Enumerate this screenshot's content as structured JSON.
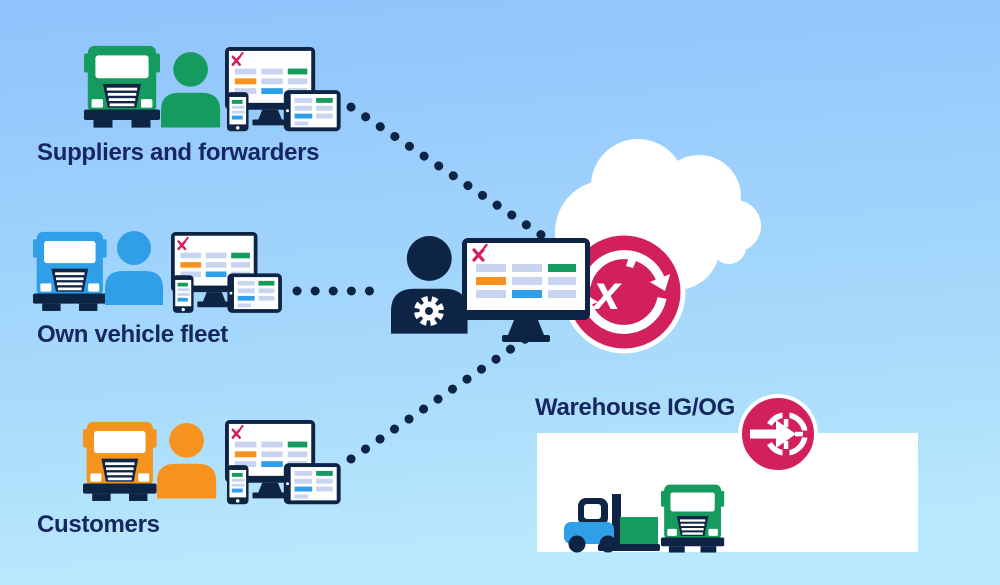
{
  "diagram": {
    "type": "logistics-integration-diagram",
    "groups": [
      {
        "id": "suppliers",
        "label": "Suppliers and forwarders",
        "accent": "#169b5f",
        "icons": [
          "truck-icon",
          "person-icon",
          "monitor-icon",
          "phone-icon",
          "tablet-icon"
        ]
      },
      {
        "id": "own-fleet",
        "label": "Own vehicle fleet",
        "accent": "#2fa0e8",
        "icons": [
          "truck-icon",
          "person-icon",
          "monitor-icon",
          "phone-icon",
          "tablet-icon"
        ]
      },
      {
        "id": "customers",
        "label": "Customers",
        "accent": "#f6921e",
        "icons": [
          "truck-icon",
          "person-icon",
          "monitor-icon",
          "phone-icon",
          "tablet-icon"
        ]
      }
    ],
    "hub": {
      "brand_glyph": "x",
      "icons": [
        "operator-gear-icon",
        "tms-monitor-icon",
        "cloud-icon",
        "sync-arrows-icon"
      ]
    },
    "warehouse": {
      "label": "Warehouse IG/OG",
      "icons": [
        "goods-inout-icon",
        "forklift-icon",
        "warehouse-truck-icon"
      ]
    },
    "connectors": [
      {
        "from": "suppliers",
        "to": "hub",
        "style": "dotted"
      },
      {
        "from": "own-fleet",
        "to": "hub",
        "style": "dotted"
      },
      {
        "from": "customers",
        "to": "hub",
        "style": "dotted"
      }
    ],
    "device_screen": {
      "logo": "x",
      "rows": [
        [
          "lavender",
          "lavender",
          "green"
        ],
        [
          "orange",
          "lavender",
          "lavender"
        ],
        [
          "lavender",
          "blue",
          "lavender"
        ]
      ]
    },
    "palette": {
      "sky_top": "#8fc3fc",
      "sky_bottom": "#b9e9fc",
      "navy": "#0e2444",
      "label_navy": "#16265f",
      "green": "#169b5f",
      "blue": "#2fa0e8",
      "orange": "#f6921e",
      "crimson": "#d2205c",
      "lavender": "#c8d4f0",
      "white": "#ffffff"
    }
  }
}
